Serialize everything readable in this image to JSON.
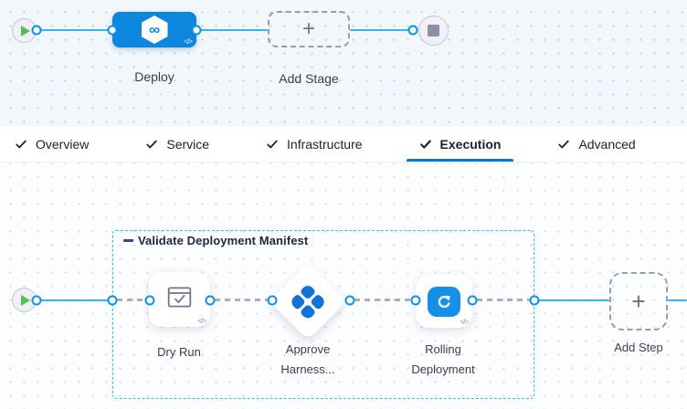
{
  "stage_canvas": {
    "deploy_label": "Deploy",
    "add_stage_label": "Add Stage",
    "plus": "+",
    "code_icon": "</>"
  },
  "tabs": {
    "items": [
      {
        "label": "Overview"
      },
      {
        "label": "Service"
      },
      {
        "label": "Infrastructure"
      },
      {
        "label": "Execution"
      },
      {
        "label": "Advanced"
      }
    ],
    "active": "Execution"
  },
  "execution": {
    "group_label": "Validate Deployment Manifest",
    "steps": [
      {
        "label": "Dry Run"
      },
      {
        "label": "Approve Harness..."
      },
      {
        "label": "Rolling Deployment"
      }
    ],
    "add_step_label": "Add Step",
    "plus": "+",
    "code_icon": "</>"
  },
  "colors": {
    "node_blue": "#0d86de",
    "line_blue": "#3cb4e8",
    "group_border_cyan": "#2fc5e8",
    "tab_underline_blue": "#0278d5",
    "play_green": "#4ec158",
    "approve_icon_blue": "#1272d8",
    "canvas_top_bg": "#f2f7fb",
    "canvas_bottom_bg": "#fcfdff"
  }
}
